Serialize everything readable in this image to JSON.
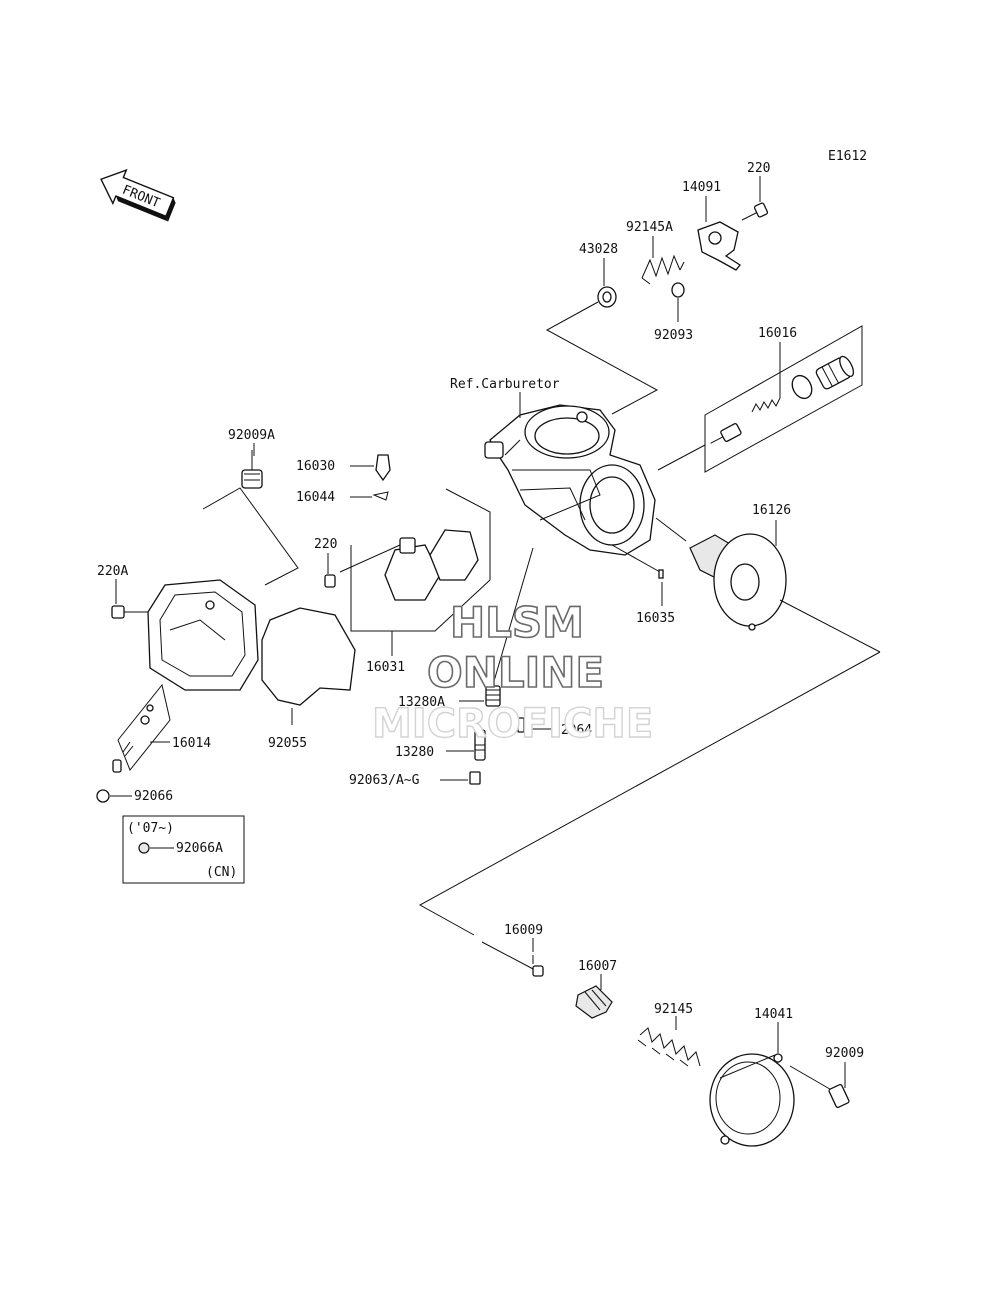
{
  "diagram_code": "E1612",
  "front_label": "FRONT",
  "reference_label": "Ref.Carburetor",
  "watermark": {
    "line1": "HLSM",
    "line2": "ONLINE",
    "line3": "MICROFICHE"
  },
  "inset_box": {
    "year": "('07~)",
    "part": "92066A",
    "region": "(CN)"
  },
  "parts": [
    {
      "id": "p220_top",
      "label": "220"
    },
    {
      "id": "p14091",
      "label": "14091"
    },
    {
      "id": "p92145A",
      "label": "92145A"
    },
    {
      "id": "p43028",
      "label": "43028"
    },
    {
      "id": "p92093",
      "label": "92093"
    },
    {
      "id": "p16016",
      "label": "16016"
    },
    {
      "id": "p92009A",
      "label": "92009A"
    },
    {
      "id": "p16030",
      "label": "16030"
    },
    {
      "id": "p16044",
      "label": "16044"
    },
    {
      "id": "p220_mid",
      "label": "220"
    },
    {
      "id": "p220A",
      "label": "220A"
    },
    {
      "id": "p16126",
      "label": "16126"
    },
    {
      "id": "p16035",
      "label": "16035"
    },
    {
      "id": "p16031",
      "label": "16031"
    },
    {
      "id": "p13280A",
      "label": "13280A"
    },
    {
      "id": "p92064",
      "label": "92064"
    },
    {
      "id": "p16014",
      "label": "16014"
    },
    {
      "id": "p92055",
      "label": "92055"
    },
    {
      "id": "p13280",
      "label": "13280"
    },
    {
      "id": "p92063",
      "label": "92063/A~G"
    },
    {
      "id": "p92066",
      "label": "92066"
    },
    {
      "id": "p16009",
      "label": "16009"
    },
    {
      "id": "p16007",
      "label": "16007"
    },
    {
      "id": "p92145",
      "label": "92145"
    },
    {
      "id": "p14041",
      "label": "14041"
    },
    {
      "id": "p92009",
      "label": "92009"
    }
  ]
}
